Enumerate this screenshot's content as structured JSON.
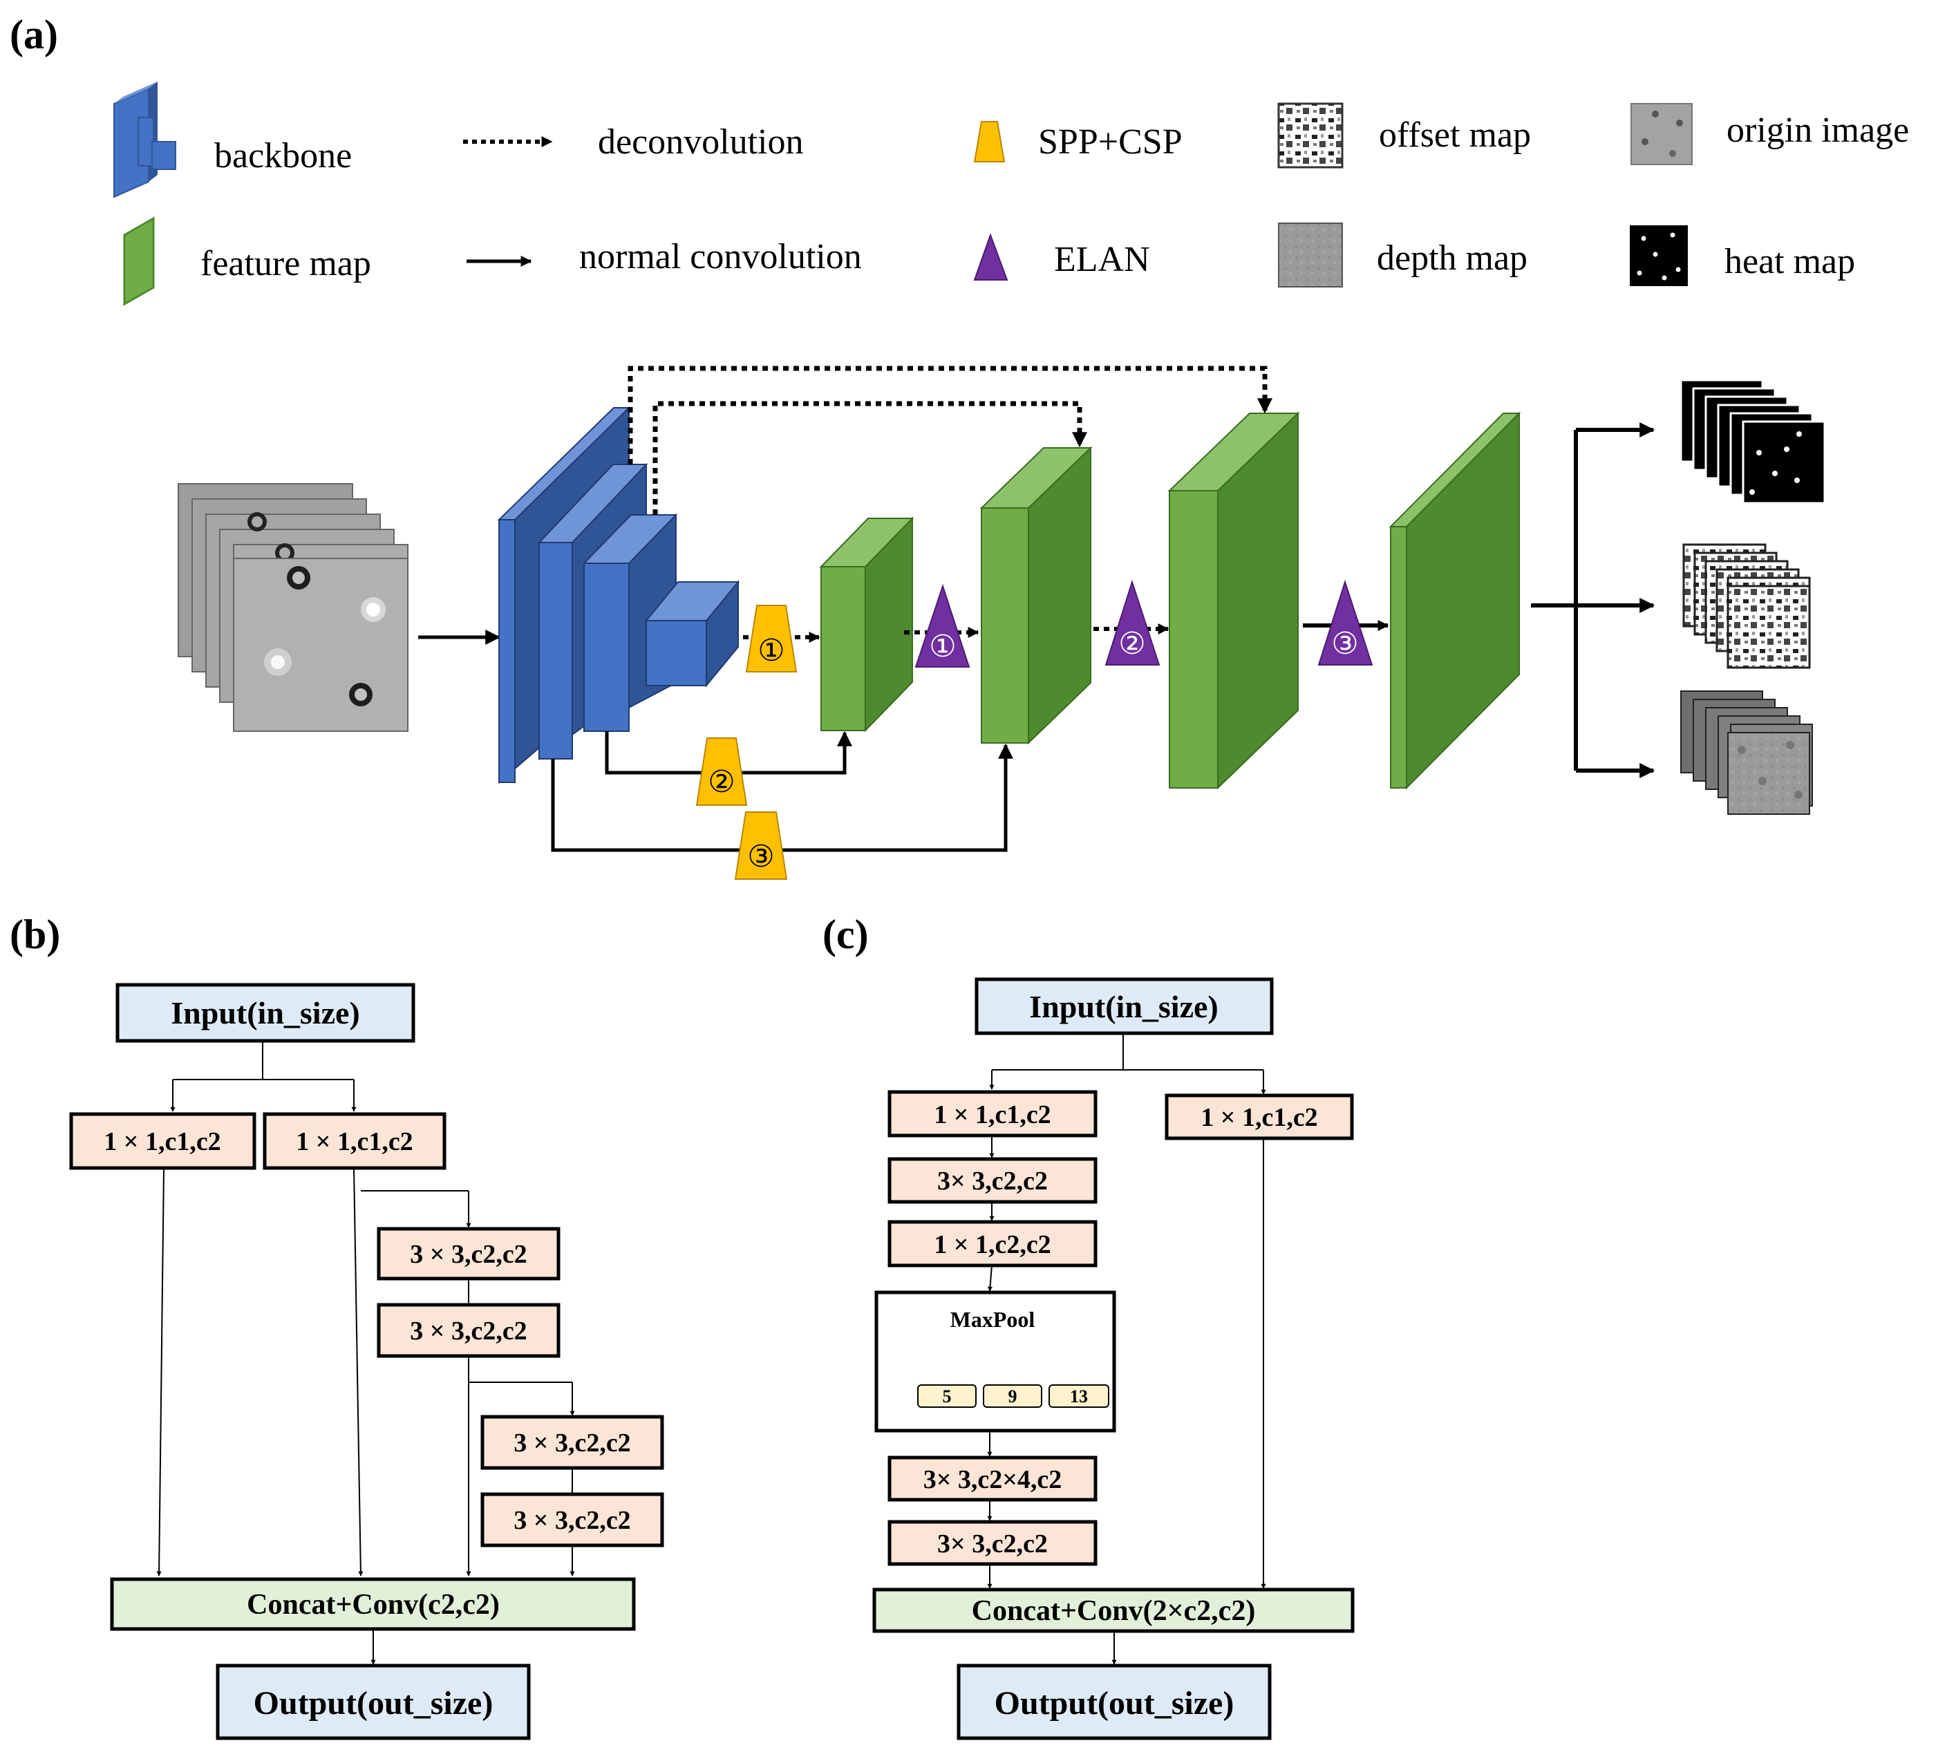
{
  "panels": {
    "a": {
      "label": "(a)"
    },
    "b": {
      "label": "(b)"
    },
    "c": {
      "label": "(c)"
    }
  },
  "legend": {
    "backbone": "backbone",
    "deconvolution": "deconvolution",
    "spp_csp": "SPP+CSP",
    "offset_map": "offset map",
    "origin_image": "origin image",
    "feature_map": "feature map",
    "normal_convolution": "normal convolution",
    "elan": "ELAN",
    "depth_map": "depth map",
    "heat_map": "heat map"
  },
  "network": {
    "spp": [
      "①",
      "②",
      "③"
    ],
    "elan": [
      "①",
      "②",
      "③"
    ]
  },
  "elan_block": {
    "input": "Input(in_size)",
    "conv_left": "1 × 1,c1,c2",
    "conv_right": "1 × 1,c1,c2",
    "conv3_a": "3 × 3,c2,c2",
    "conv3_b": "3 × 3,c2,c2",
    "conv3_c": "3 × 3,c2,c2",
    "conv3_d": "3 × 3,c2,c2",
    "concat": "Concat+Conv(c2,c2)",
    "output": "Output(out_size)"
  },
  "spp_block": {
    "input": "Input(in_size)",
    "conv1": "1 × 1,c1,c2",
    "conv2": "3× 3,c2,c2",
    "conv3": "1 × 1,c2,c2",
    "maxpool_title": "MaxPool",
    "pool_sizes": [
      "5",
      "9",
      "13"
    ],
    "conv4": "3× 3,c2×4,c2",
    "conv5": "3× 3,c2,c2",
    "branch": "1 × 1,c1,c2",
    "concat": "Concat+Conv(2×c2,c2)",
    "output": "Output(out_size)"
  },
  "colors": {
    "blue_front": "#4472C4",
    "blue_side": "#2F5597",
    "blue_top": "#6F95D8",
    "green_front": "#70AD47",
    "green_side": "#4E8A2E",
    "green_top": "#8DC26B",
    "spp_yellow": "#FFC000",
    "elan_purple": "#7030A0",
    "box_blue": "#DEEBF7",
    "box_peach": "#FBE5D6",
    "box_green": "#E2F0D9",
    "box_pool": "#FFF2CC"
  }
}
